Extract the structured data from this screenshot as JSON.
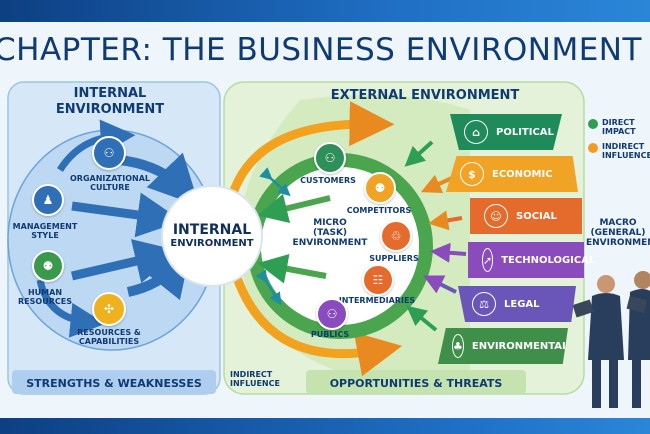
{
  "title": "CHAPTER: THE BUSINESS ENVIRONMENT",
  "internal_panel": {
    "heading_line1": "INTERNAL",
    "heading_line2": "ENVIRONMENT",
    "items": [
      {
        "label_line1": "ORGANIZATIONAL",
        "label_line2": "CULTURE",
        "icon": "team-icon"
      },
      {
        "label_line1": "MANAGEMENT",
        "label_line2": "STYLE",
        "icon": "manager-icon"
      },
      {
        "label_line1": "HUMAN",
        "label_line2": "RESOURCES",
        "icon": "people-icon"
      },
      {
        "label_line1": "RESOURCES &",
        "label_line2": "CAPABILITIES",
        "icon": "network-icon"
      }
    ],
    "footer": "STRENGTHS & WEAKNESSES"
  },
  "center": {
    "line1": "INTERNAL",
    "line2": "ENVIRONMENT"
  },
  "external_panel": {
    "heading": "EXTERNAL ENVIRONMENT",
    "micro_line1": "MICRO",
    "micro_line2": "(TASK)",
    "micro_line3": "ENVIRONMENT",
    "micro_items": [
      {
        "label": "CUSTOMERS",
        "icon": "customers-icon"
      },
      {
        "label": "COMPETITORS",
        "icon": "competitors-icon"
      },
      {
        "label": "SUPPLIERS",
        "icon": "suppliers-icon"
      },
      {
        "label": "INTERMEDIARIES",
        "icon": "intermediaries-icon"
      },
      {
        "label": "PUBLICS",
        "icon": "publics-icon"
      }
    ],
    "indirect_line1": "INDIRECT",
    "indirect_line2": "INFLUENCE",
    "footer": "OPPORTUNITIES & THREATS"
  },
  "macro": {
    "label_line1": "MACRO",
    "label_line2": "(GENERAL)",
    "label_line3": "ENVIRONMENT",
    "factors": [
      {
        "label": "POLITICAL",
        "color": "#1f8a5a",
        "icon": "capitol-icon"
      },
      {
        "label": "ECONOMIC",
        "color": "#f0a324",
        "icon": "money-icon"
      },
      {
        "label": "SOCIAL",
        "color": "#e46b2c",
        "icon": "social-icon"
      },
      {
        "label": "TECHNOLOGICAL",
        "color": "#8a4bbd",
        "icon": "rocket-icon"
      },
      {
        "label": "LEGAL",
        "color": "#6a55b8",
        "icon": "scales-icon"
      },
      {
        "label": "ENVIRONMENTAL",
        "color": "#3f8f4a",
        "icon": "tree-icon"
      }
    ]
  },
  "legend": {
    "direct_line1": "DIRECT",
    "direct_line2": "IMPACT",
    "direct_color": "#2e9e52",
    "indirect_line1": "INDIRECT",
    "indirect_line2": "INFLUENCE",
    "indirect_color": "#f39b22"
  }
}
